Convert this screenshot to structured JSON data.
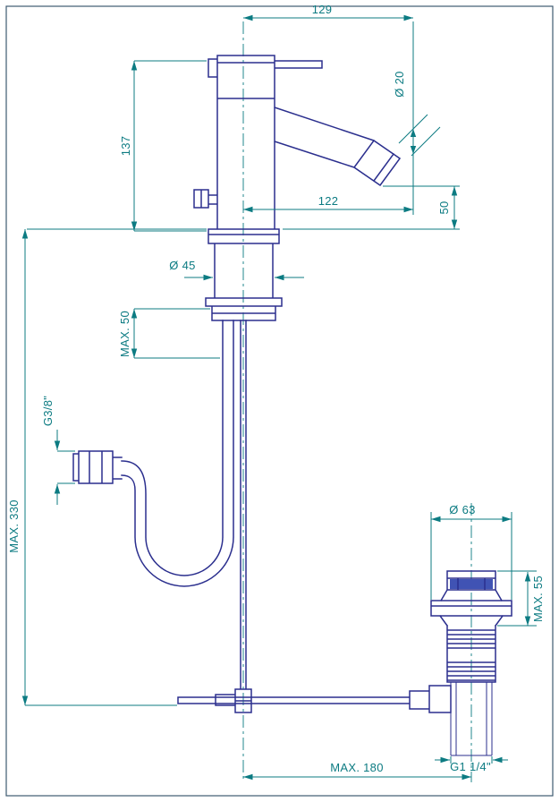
{
  "colors": {
    "ink": "#2b2f8e",
    "dim": "#0c7b82",
    "accent": "#4053b4",
    "border": "#3e5a70",
    "bg": "#ffffff"
  },
  "labels": {
    "width_top": "129",
    "spout_diameter": "Ø 20",
    "height_body": "137",
    "spout_reach": "122",
    "spout_height": "50",
    "base_diameter": "Ø 45",
    "max_deck": "MAX. 50",
    "supply_thread": "G3/8\"",
    "max_height": "MAX. 330",
    "waste_diameter": "Ø 63",
    "waste_max_height": "MAX. 55",
    "max_spread": "MAX. 180",
    "waste_thread": "G1 1/4\""
  }
}
